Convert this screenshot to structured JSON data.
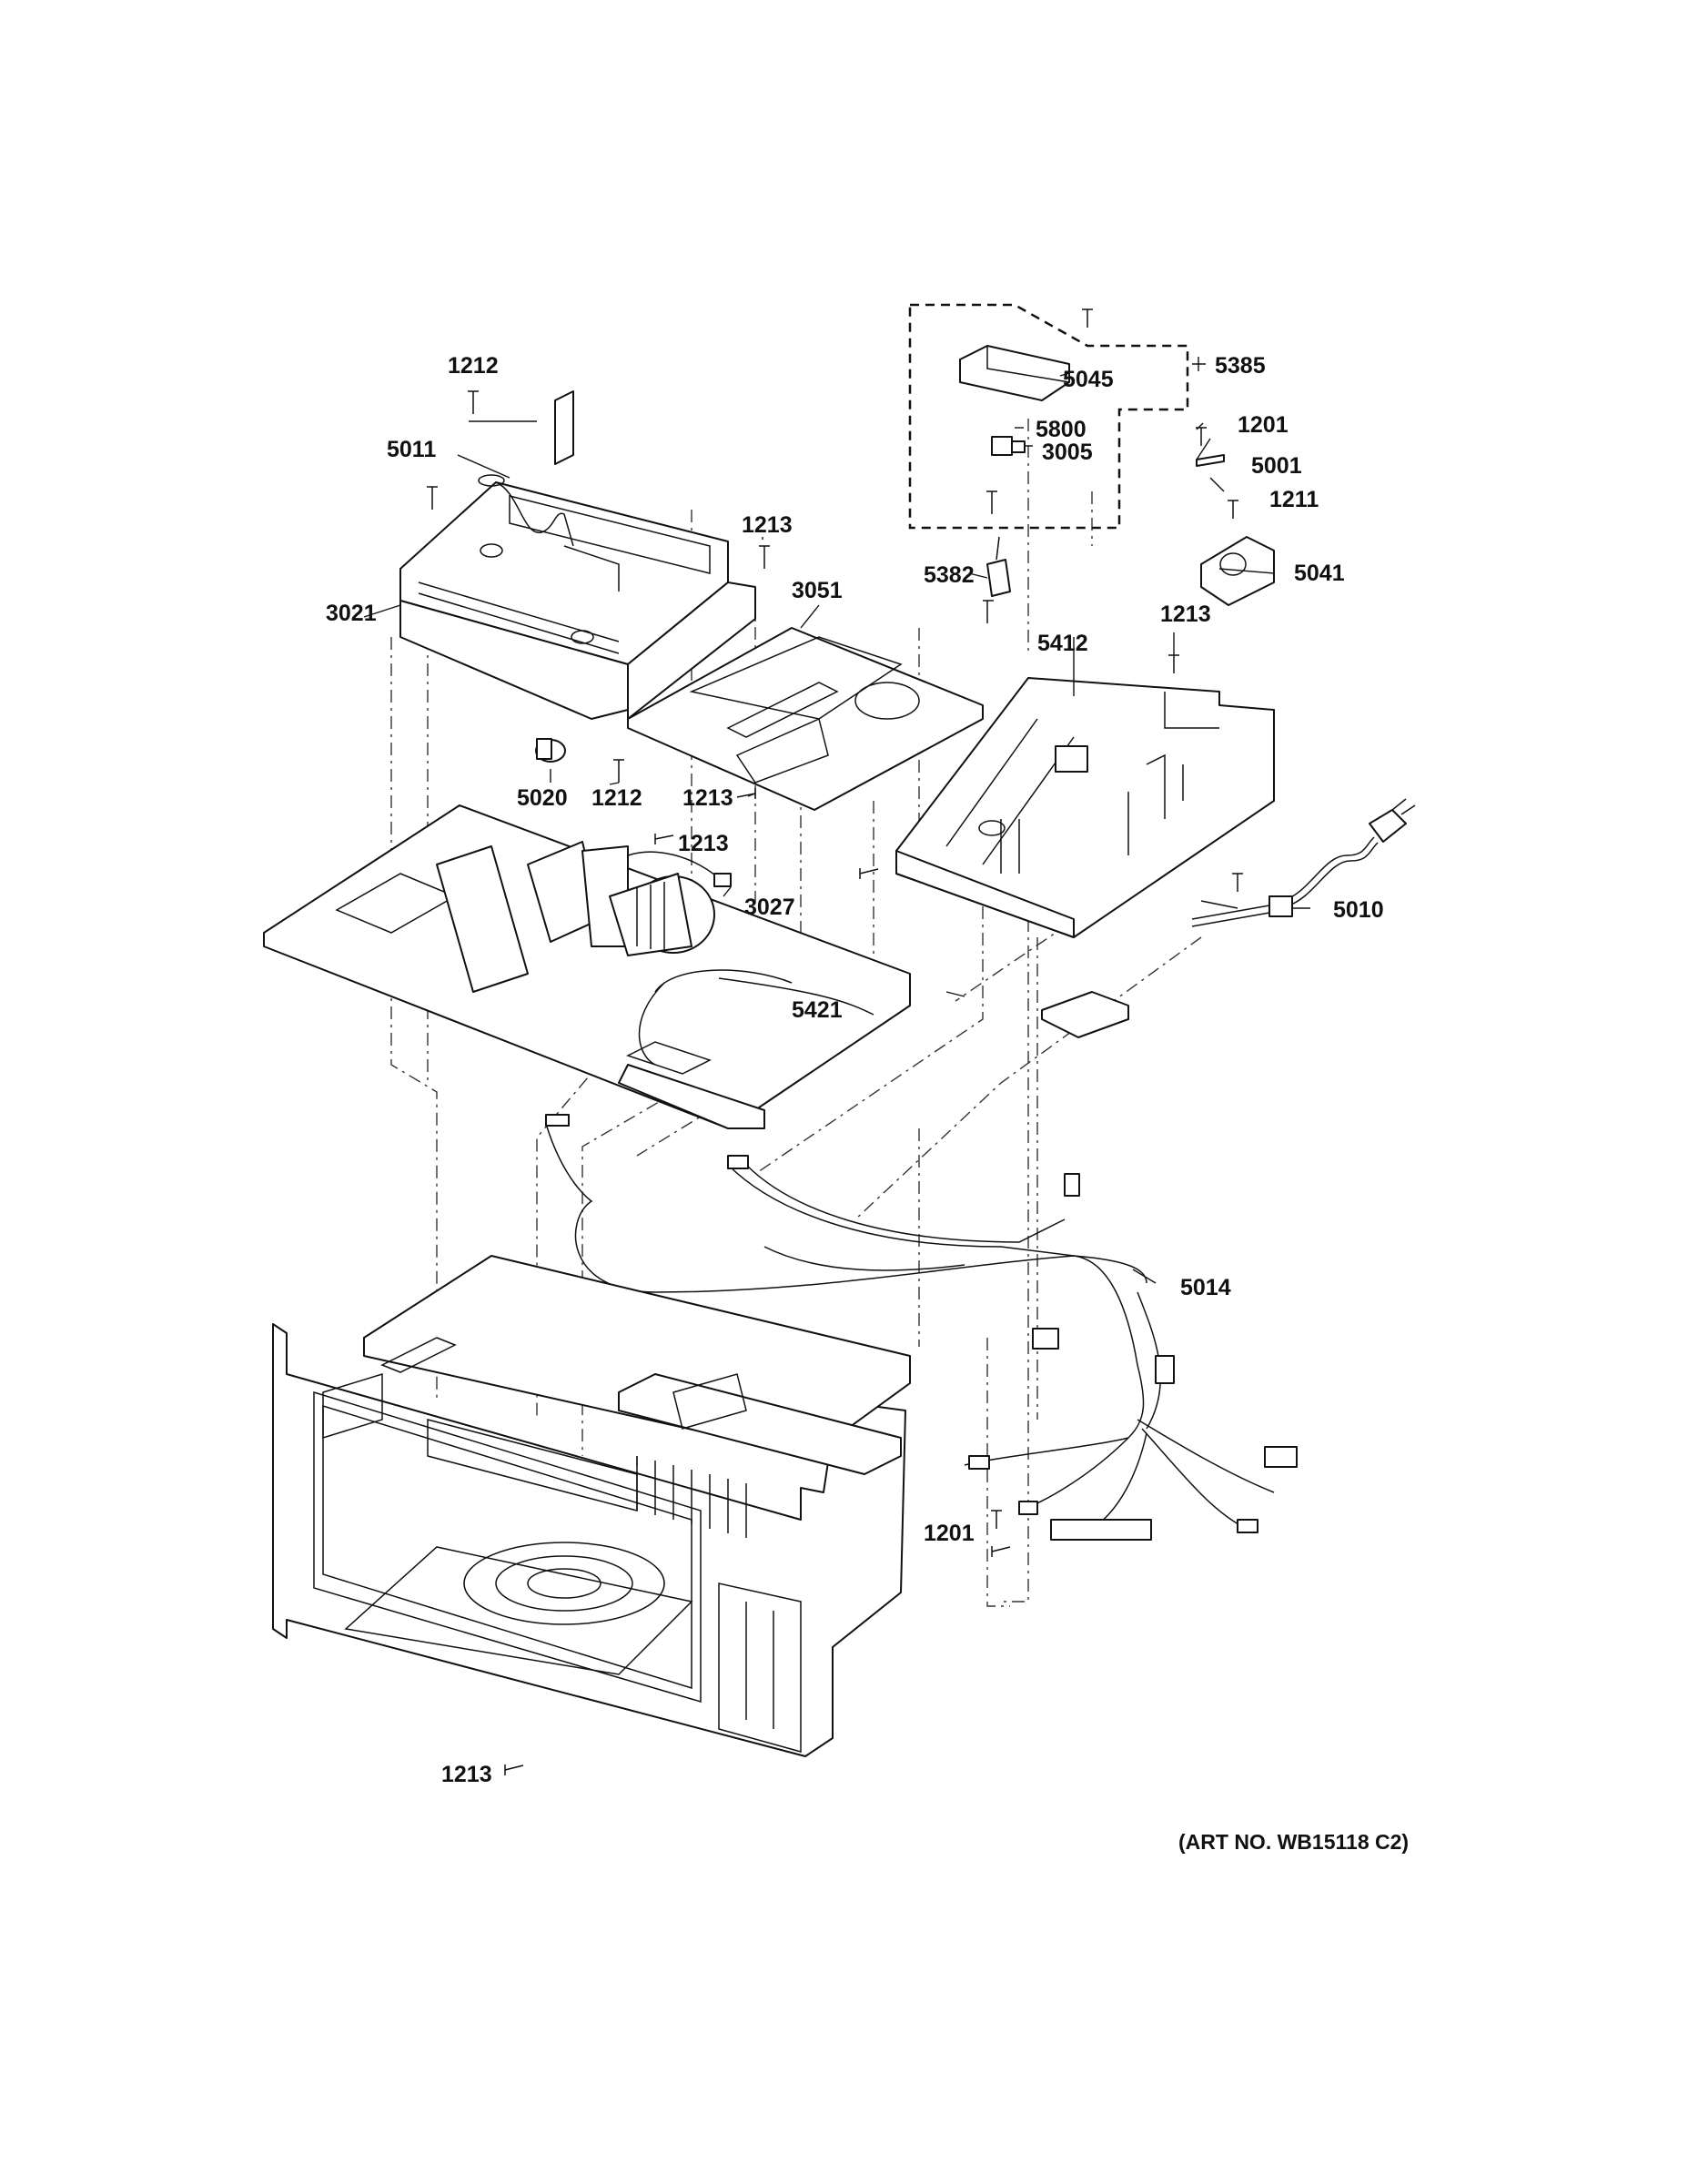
{
  "labels": {
    "l1212a": "1212",
    "l5011": "5011",
    "l1213a": "1213",
    "l3021": "3021",
    "l3051": "3051",
    "l5020": "5020",
    "l1212b": "1212",
    "l1213b": "1213",
    "l1213c": "1213",
    "l3027": "3027",
    "l5421": "5421",
    "l5045": "5045",
    "l5385": "5385",
    "l5800": "5800",
    "l3005": "3005",
    "l5382": "5382",
    "l1201a": "1201",
    "l5001": "5001",
    "l1211": "1211",
    "l5041": "5041",
    "l1213d": "1213",
    "l5412": "5412",
    "l5010": "5010",
    "l5014": "5014",
    "l1201b": "1201",
    "l1213e": "1213"
  },
  "art_no": "(ART NO. WB15118 C2)"
}
